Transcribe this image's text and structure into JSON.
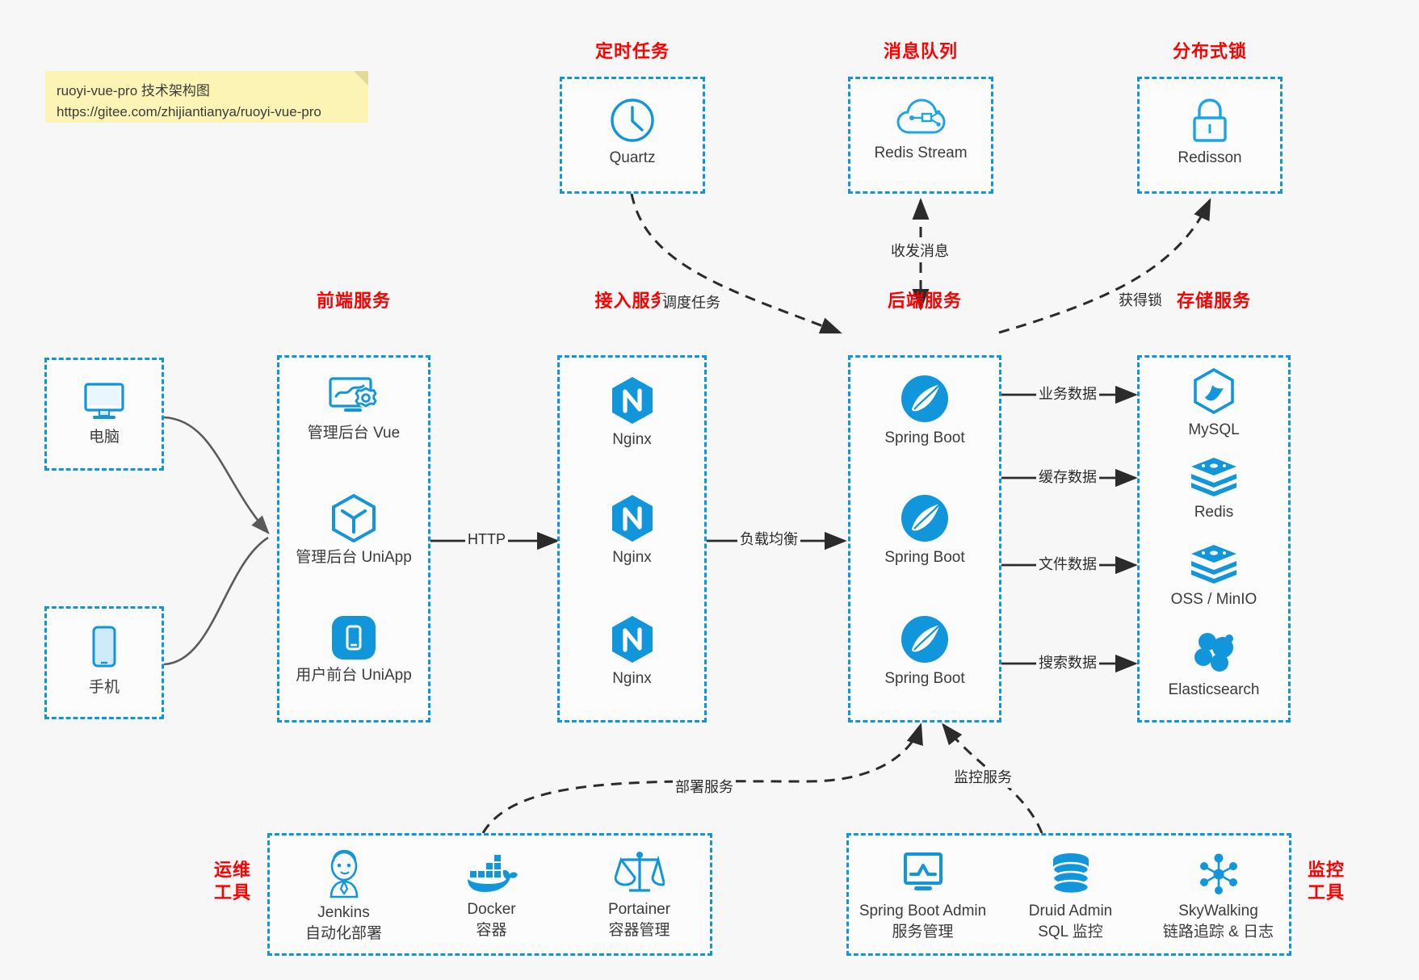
{
  "diagram": {
    "title": "ruoyi-vue-pro 技术架构图",
    "accent_blue": "#1296db",
    "caption_red": "#ff0000",
    "background": "#f7f7f7"
  },
  "note": {
    "line1": "ruoyi-vue-pro 技术架构图",
    "line2": "https://gitee.com/zhijiantianya/ruoyi-vue-pro"
  },
  "captions": {
    "scheduled_task": "定时任务",
    "message_queue": "消息队列",
    "distributed_lock": "分布式锁",
    "frontend_service": "前端服务",
    "gateway_service": "接入服务",
    "backend_service": "后端服务",
    "storage_service": "存储服务",
    "ops_tools_l1": "运维",
    "ops_tools_l2": "工具",
    "monitor_tools_l1": "监控",
    "monitor_tools_l2": "工具"
  },
  "clients": [
    {
      "icon": "desktop-computer-icon",
      "label": "电脑"
    },
    {
      "icon": "mobile-phone-icon",
      "label": "手机"
    }
  ],
  "scheduled_task": {
    "nodes": [
      {
        "icon": "clock-icon",
        "label": "Quartz"
      }
    ]
  },
  "message_queue": {
    "nodes": [
      {
        "icon": "cloud-stream-icon",
        "label": "Redis Stream"
      }
    ]
  },
  "distributed_lock": {
    "nodes": [
      {
        "icon": "lock-icon",
        "label": "Redisson"
      }
    ]
  },
  "frontend_service": {
    "nodes": [
      {
        "icon": "admin-vue-icon",
        "label": "管理后台 Vue"
      },
      {
        "icon": "uniapp-cube-icon",
        "label": "管理后台 UniApp"
      },
      {
        "icon": "mobile-app-icon",
        "label": "用户前台 UniApp"
      }
    ]
  },
  "gateway_service": {
    "nodes": [
      {
        "icon": "nginx-icon",
        "label": "Nginx"
      },
      {
        "icon": "nginx-icon",
        "label": "Nginx"
      },
      {
        "icon": "nginx-icon",
        "label": "Nginx"
      }
    ]
  },
  "backend_service": {
    "nodes": [
      {
        "icon": "spring-boot-icon",
        "label": "Spring Boot"
      },
      {
        "icon": "spring-boot-icon",
        "label": "Spring Boot"
      },
      {
        "icon": "spring-boot-icon",
        "label": "Spring Boot"
      }
    ]
  },
  "storage_service": {
    "nodes": [
      {
        "icon": "mysql-icon",
        "label": "MySQL"
      },
      {
        "icon": "redis-icon",
        "label": "Redis"
      },
      {
        "icon": "oss-minio-icon",
        "label": "OSS / MinIO"
      },
      {
        "icon": "elasticsearch-icon",
        "label": "Elasticsearch"
      }
    ]
  },
  "ops_tools": {
    "nodes": [
      {
        "icon": "jenkins-icon",
        "label": "Jenkins",
        "sublabel": "自动化部署"
      },
      {
        "icon": "docker-icon",
        "label": "Docker",
        "sublabel": "容器"
      },
      {
        "icon": "portainer-icon",
        "label": "Portainer",
        "sublabel": "容器管理"
      }
    ]
  },
  "monitor_tools": {
    "nodes": [
      {
        "icon": "spring-boot-admin-icon",
        "label": "Spring Boot Admin",
        "sublabel": "服务管理"
      },
      {
        "icon": "druid-database-icon",
        "label": "Druid Admin",
        "sublabel": "SQL 监控"
      },
      {
        "icon": "skywalking-icon",
        "label": "SkyWalking",
        "sublabel": "链路追踪 & 日志"
      }
    ]
  },
  "edges": [
    {
      "id": "http",
      "label": "HTTP"
    },
    {
      "id": "load-balance",
      "label": "负载均衡"
    },
    {
      "id": "schedule-task",
      "label": "调度任务"
    },
    {
      "id": "send-receive-message",
      "label": "收发消息"
    },
    {
      "id": "acquire-lock",
      "label": "获得锁"
    },
    {
      "id": "business-data",
      "label": "业务数据"
    },
    {
      "id": "cache-data",
      "label": "缓存数据"
    },
    {
      "id": "file-data",
      "label": "文件数据"
    },
    {
      "id": "search-data",
      "label": "搜索数据"
    },
    {
      "id": "deploy-service",
      "label": "部署服务"
    },
    {
      "id": "monitor-service",
      "label": "监控服务"
    }
  ]
}
